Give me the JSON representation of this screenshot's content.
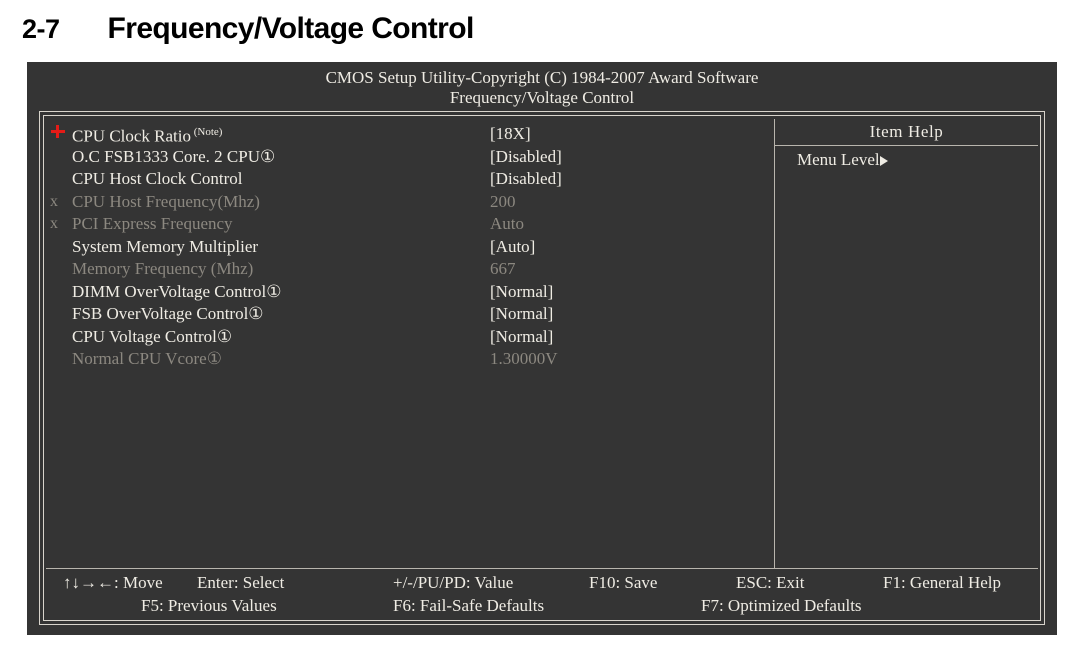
{
  "heading": {
    "number": "2-7",
    "title": "Frequency/Voltage Control"
  },
  "bios": {
    "title_line1": "CMOS Setup Utility-Copyright (C) 1984-2007 Award Software",
    "title_line2": "Frequency/Voltage Control",
    "marker_color": "#e41b17",
    "rows": [
      {
        "mark": "+",
        "label": "CPU Clock Ratio",
        "note": "(Note)",
        "value": "[18X]",
        "dim": false
      },
      {
        "mark": "",
        "label": "O.C FSB1333 Core. 2 CPU①",
        "note": "",
        "value": "[Disabled]",
        "dim": false
      },
      {
        "mark": "",
        "label": "CPU Host  Clock Control",
        "note": "",
        "value": "[Disabled]",
        "dim": false
      },
      {
        "mark": "x",
        "label": "CPU Host Frequency(Mhz)",
        "note": "",
        "value": "200",
        "dim": true
      },
      {
        "mark": "x",
        "label": "PCI Express Frequency",
        "note": "",
        "value": "Auto",
        "dim": true
      },
      {
        "mark": "",
        "label": "System Memory Multiplier",
        "note": "",
        "value": "[Auto]",
        "dim": false
      },
      {
        "mark": "",
        "label": "Memory Frequency (Mhz)",
        "note": "",
        "value": "667",
        "dim": true
      },
      {
        "mark": "",
        "label": "DIMM OverVoltage Control①",
        "note": "",
        "value": "[Normal]",
        "dim": false
      },
      {
        "mark": "",
        "label": "FSB OverVoltage Control①",
        "note": "",
        "value": "[Normal]",
        "dim": false
      },
      {
        "mark": "",
        "label": "CPU Voltage Control①",
        "note": "",
        "value": "[Normal]",
        "dim": false
      },
      {
        "mark": "",
        "label": "Normal CPU Vcore①",
        "note": "",
        "value": "1.30000V",
        "dim": true
      }
    ],
    "help": {
      "title": "Item Help",
      "menu_level_label": "Menu Level",
      "menu_level_arrow": "triangle-right-icon"
    },
    "footer": {
      "move_keys": "↑↓→←: Move",
      "enter": "Enter: Select",
      "value": "+/-/PU/PD: Value",
      "f10": "F10: Save",
      "esc": "ESC: Exit",
      "f1": "F1: General Help",
      "f5": "F5: Previous Values",
      "f6": "F6: Fail-Safe Defaults",
      "f7": "F7: Optimized Defaults"
    }
  }
}
